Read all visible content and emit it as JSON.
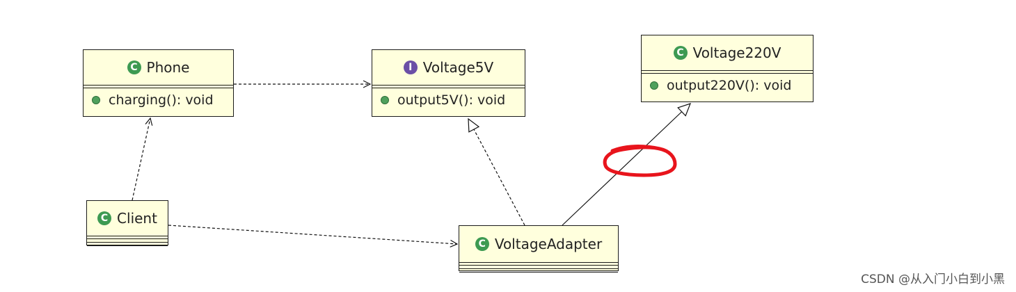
{
  "classes": {
    "phone": {
      "kind": "C",
      "name": "Phone",
      "operation": "charging(): void"
    },
    "voltage5v": {
      "kind": "I",
      "name": "Voltage5V",
      "operation": "output5V(): void"
    },
    "voltage220v": {
      "kind": "C",
      "name": "Voltage220V",
      "operation": "output220V(): void"
    },
    "client": {
      "kind": "C",
      "name": "Client"
    },
    "adapter": {
      "kind": "C",
      "name": "VoltageAdapter"
    }
  },
  "colors": {
    "box_fill": "#ffffdd",
    "class_icon": "#3d9a52",
    "interface_icon": "#6b4fa6",
    "highlight": "#e8141c"
  },
  "relations": [
    {
      "from": "Phone",
      "to": "Voltage5V",
      "type": "dependency"
    },
    {
      "from": "Client",
      "to": "Phone",
      "type": "dependency"
    },
    {
      "from": "Client",
      "to": "VoltageAdapter",
      "type": "dependency"
    },
    {
      "from": "VoltageAdapter",
      "to": "Voltage5V",
      "type": "realization"
    },
    {
      "from": "VoltageAdapter",
      "to": "Voltage220V",
      "type": "generalization"
    }
  ],
  "watermark": "CSDN @从入门小白到小黑"
}
